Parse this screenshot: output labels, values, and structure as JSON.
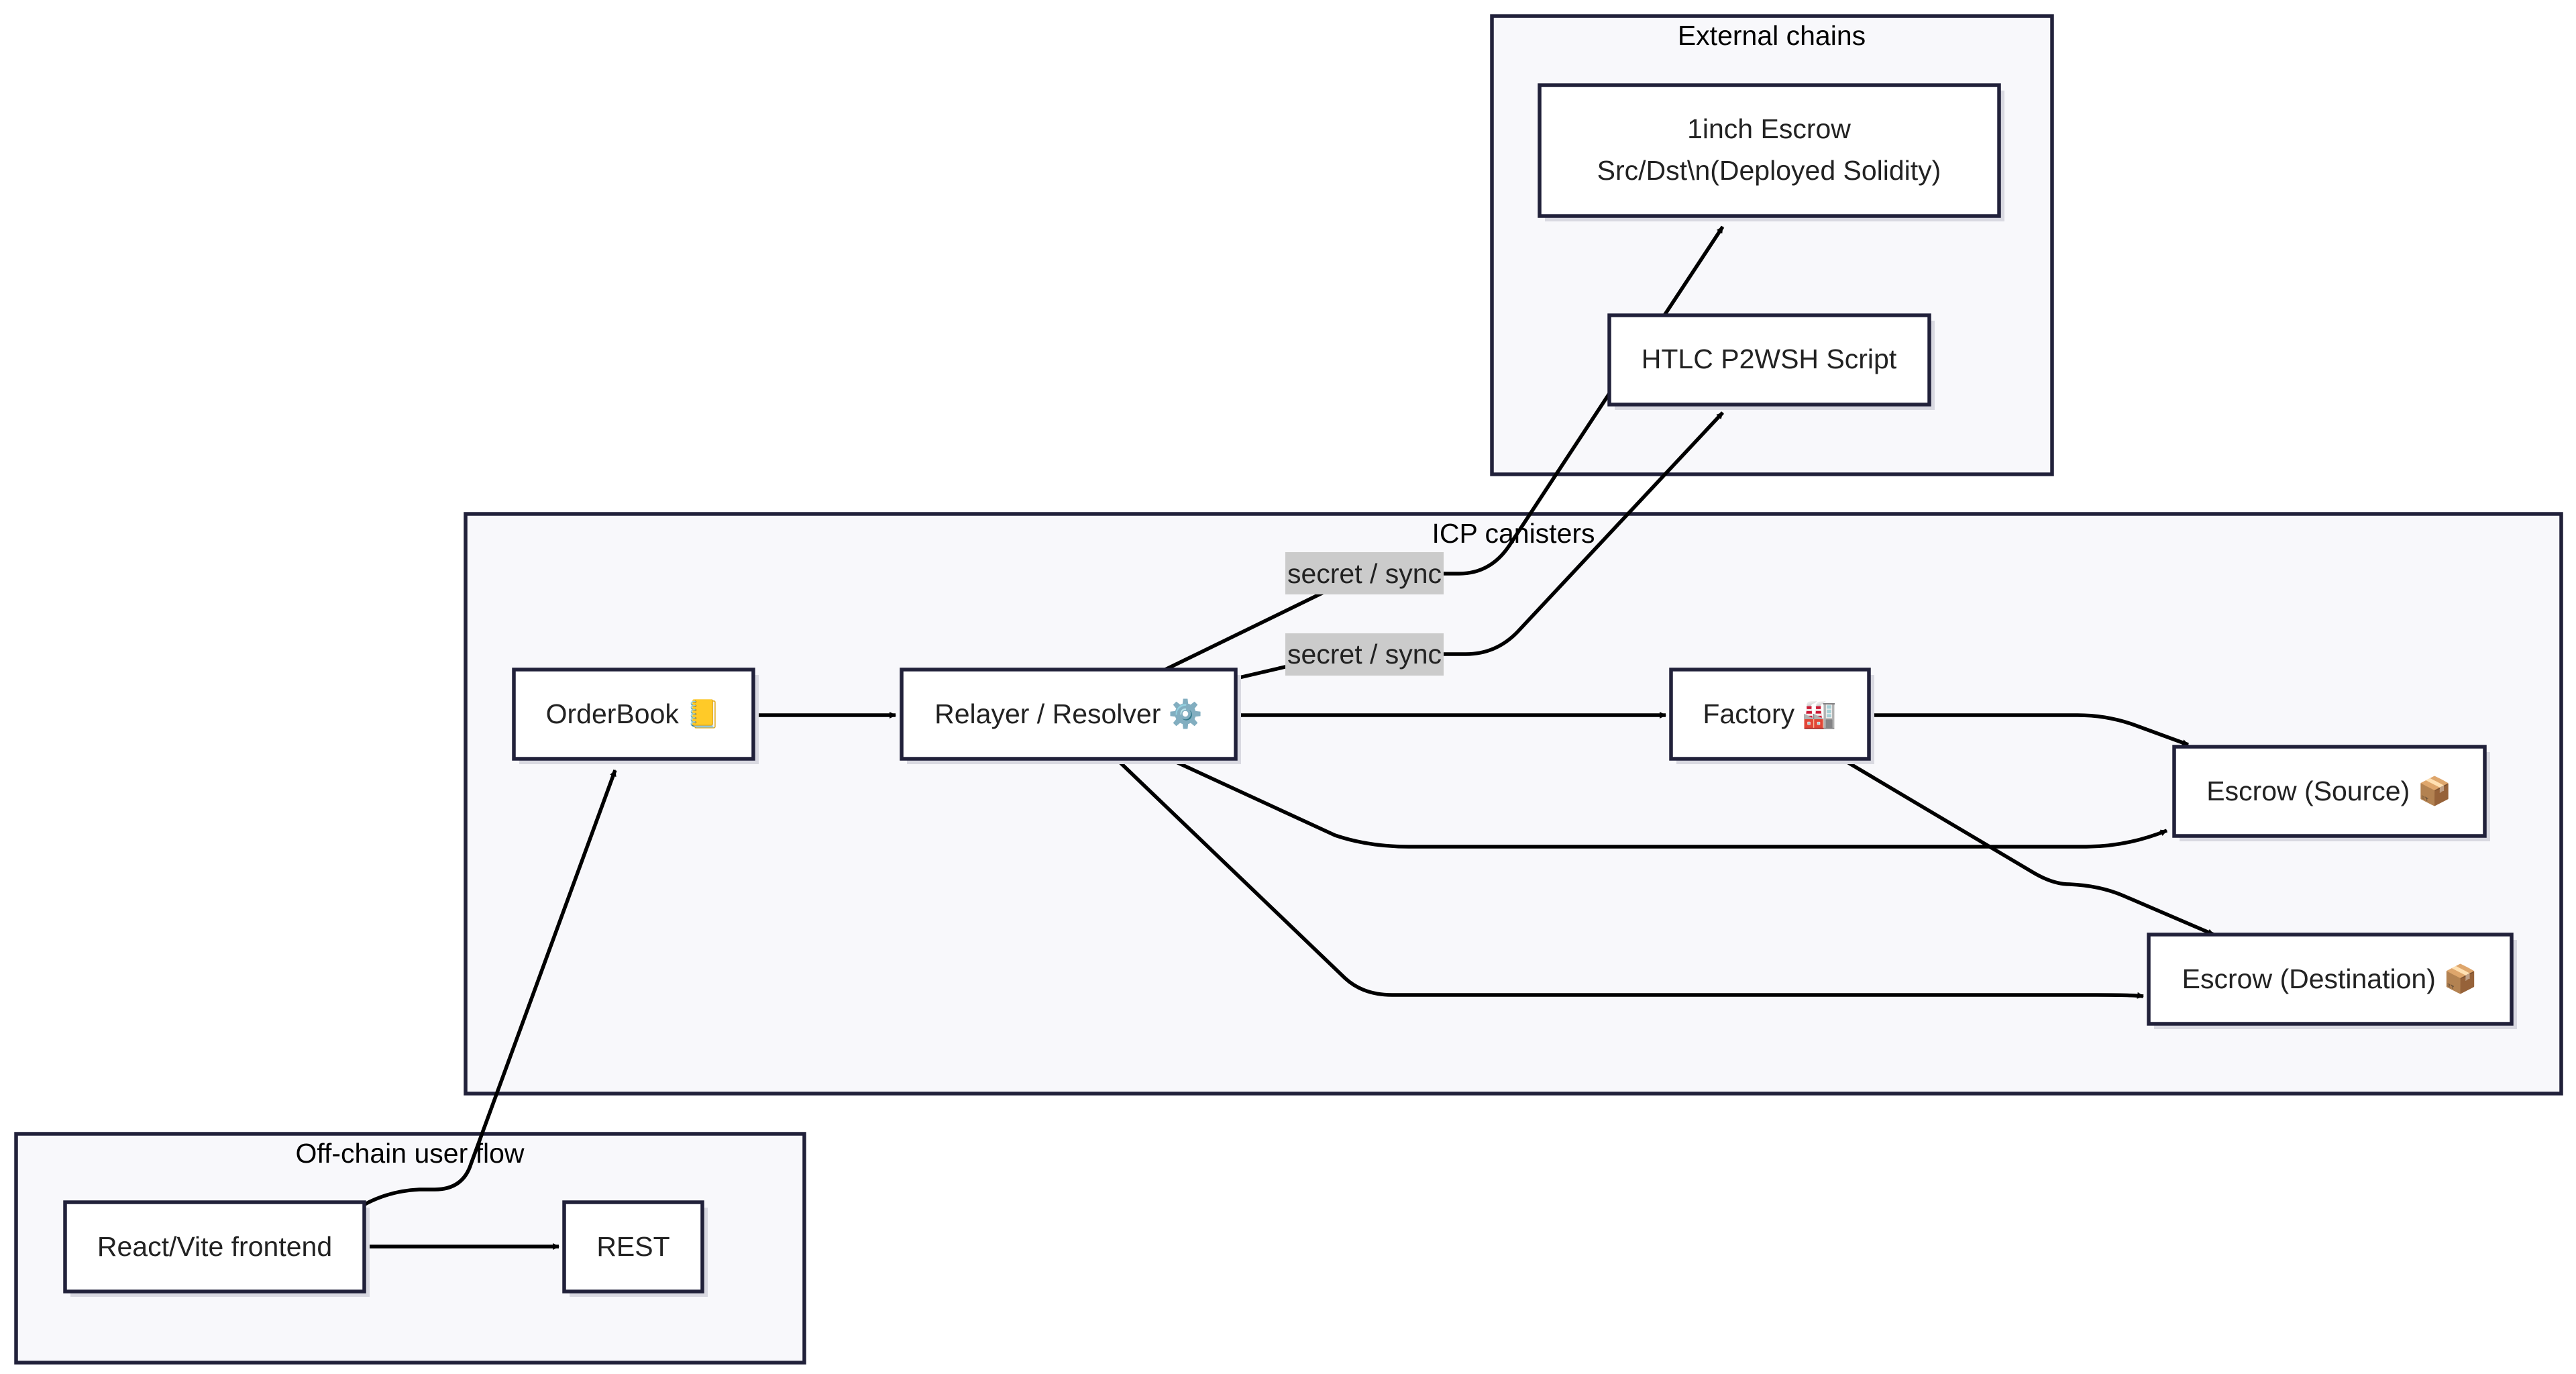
{
  "clusters": {
    "external": {
      "label": "External chains"
    },
    "icp": {
      "label": "ICP canisters"
    },
    "offchain": {
      "label": "Off-chain user flow"
    }
  },
  "nodes": {
    "escrow_1inch": {
      "line1": "1inch Escrow",
      "line2": "Src/Dst\\n(Deployed Solidity)"
    },
    "htlc": {
      "label": "HTLC P2WSH Script"
    },
    "orderbook": {
      "label": "OrderBook",
      "icon": "ledger-icon",
      "glyph": "📒"
    },
    "relayer": {
      "label": "Relayer / Resolver",
      "icon": "gear-icon",
      "glyph": "⚙️"
    },
    "factory": {
      "label": "Factory",
      "icon": "factory-icon",
      "glyph": "🏭"
    },
    "escrow_source": {
      "label": "Escrow (Source)",
      "icon": "package-icon",
      "glyph": "📦"
    },
    "escrow_destination": {
      "label": "Escrow (Destination)",
      "icon": "package-icon",
      "glyph": "📦"
    },
    "frontend": {
      "label": "React/Vite frontend"
    },
    "rest": {
      "label": "REST"
    }
  },
  "edge_labels": {
    "relayer_to_1inch": "secret / sync",
    "relayer_to_htlc": "secret / sync"
  }
}
